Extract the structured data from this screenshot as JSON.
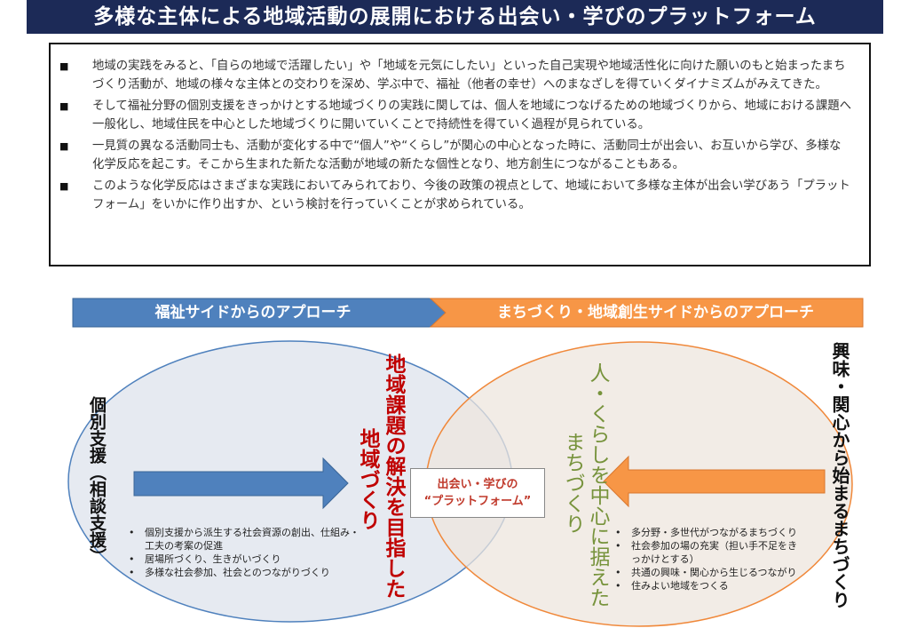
{
  "title": "多様な主体による地域活動の展開における出会い・学びのプラットフォーム",
  "paragraphs": [
    "地域の実践をみると、「自らの地域で活躍したい」や「地域を元気にしたい」といった自己実現や地域活性化に向けた願いのもと始まったまちづくり活動が、地域の様々な主体との交わりを深め、学ぶ中で、福祉（他者の幸せ）へのまなざしを得ていくダイナミズムがみえてきた。",
    "そして福祉分野の個別支援をきっかけとする地域づくりの実践に関しては、個人を地域につなげるための地域づくりから、地域における課題へ一般化し、地域住民を中心とした地域づくりに開いていくことで持続性を得ていく過程が見られている。",
    "一見質の異なる活動同士も、活動が変化する中で“個人”や“くらし”が関心の中心となった時に、活動同士が出会い、お互いから学び、多様な化学反応を起こす。そこから生まれた新たな活動が地域の新たな個性となり、地方創生につながることもある。",
    "このような化学反応はさまざまな実践においてみられており、今後の政策の視点として、地域において多様な主体が出会い学びあう「プラットフォーム」をいかに作り出すか、という検討を行っていくことが求められている。"
  ],
  "bullet_glyph": "■",
  "banners": {
    "left": "福祉サイドからのアプローチ",
    "right": "まちづくり・地域創生サイドからのアプローチ"
  },
  "left": {
    "side_label": "個別支援（相談支援）",
    "goal_line1": "地域課題の解決を目指した",
    "goal_line2": "地域づくり",
    "items": [
      "個別支援から派生する社会資源の創出、仕組み・工夫の考案の促進",
      "居場所づくり、生きがいづくり",
      "多様な社会参加、社会とのつながりづくり"
    ]
  },
  "right": {
    "side_label": "興味・関心から始まるまちづくり",
    "goal_line1": "人・くらしを中心に据えた",
    "goal_line2": "まちづくり",
    "items": [
      "多分野・多世代がつながるまちづくり",
      "社会参加の場の充実（担い手不足をきっかけとする）",
      "共通の興味・関心から生じるつながり",
      "住みよい地域をつくる"
    ]
  },
  "center": {
    "line1": "出会い・学びの",
    "line2": "“プラットフォーム”"
  },
  "list_bullet": "•",
  "colors": {
    "title_bg": "#1c2a57",
    "blue": "#4f81bd",
    "orange": "#f79646",
    "red_text": "#c00000",
    "green_text": "#77933c"
  }
}
